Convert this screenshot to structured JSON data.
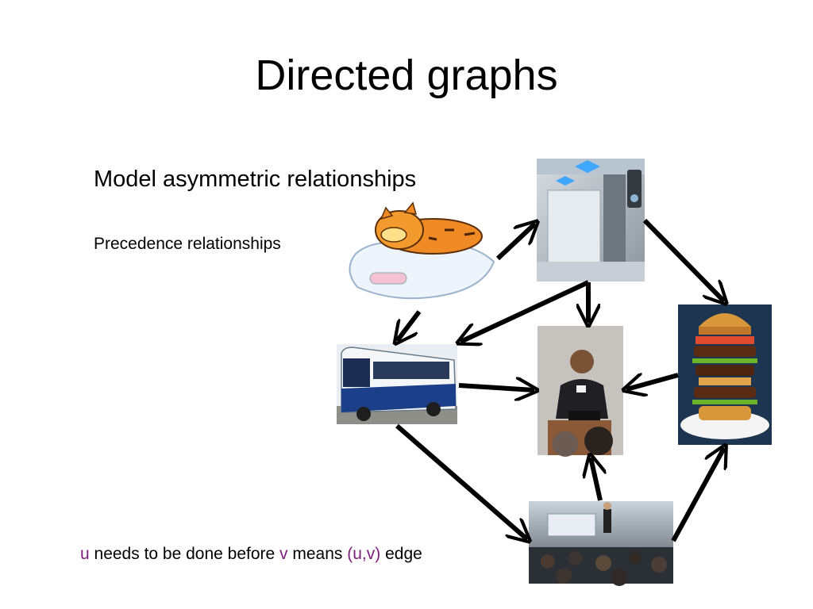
{
  "slide": {
    "title": "Directed graphs",
    "heading": "Model asymmetric relationships",
    "subheading": "Precedence relationships"
  },
  "caption": {
    "u": "u",
    "text1": " needs to be done before ",
    "v": "v",
    "text2": " means ",
    "uv": "(u,v)",
    "text3": " edge"
  },
  "colors": {
    "variable": "#7b1e7b",
    "arrow": "#000000"
  },
  "diagram": {
    "nodes": [
      {
        "id": "sleeping-cat",
        "depicts": "cartoon cat sleeping on a pillow"
      },
      {
        "id": "shower",
        "depicts": "shower stall"
      },
      {
        "id": "bus",
        "depicts": "blue and white bus"
      },
      {
        "id": "speaker",
        "depicts": "person giving a talk at a podium"
      },
      {
        "id": "burger",
        "depicts": "tall stacked hamburger"
      },
      {
        "id": "lecture-hall",
        "depicts": "audience in a lecture hall"
      }
    ],
    "edges": [
      [
        "sleeping-cat",
        "shower"
      ],
      [
        "sleeping-cat",
        "bus"
      ],
      [
        "shower",
        "burger"
      ],
      [
        "shower",
        "speaker"
      ],
      [
        "shower",
        "bus"
      ],
      [
        "bus",
        "speaker"
      ],
      [
        "bus",
        "lecture-hall"
      ],
      [
        "burger",
        "speaker"
      ],
      [
        "lecture-hall",
        "speaker"
      ],
      [
        "lecture-hall",
        "burger"
      ]
    ]
  }
}
